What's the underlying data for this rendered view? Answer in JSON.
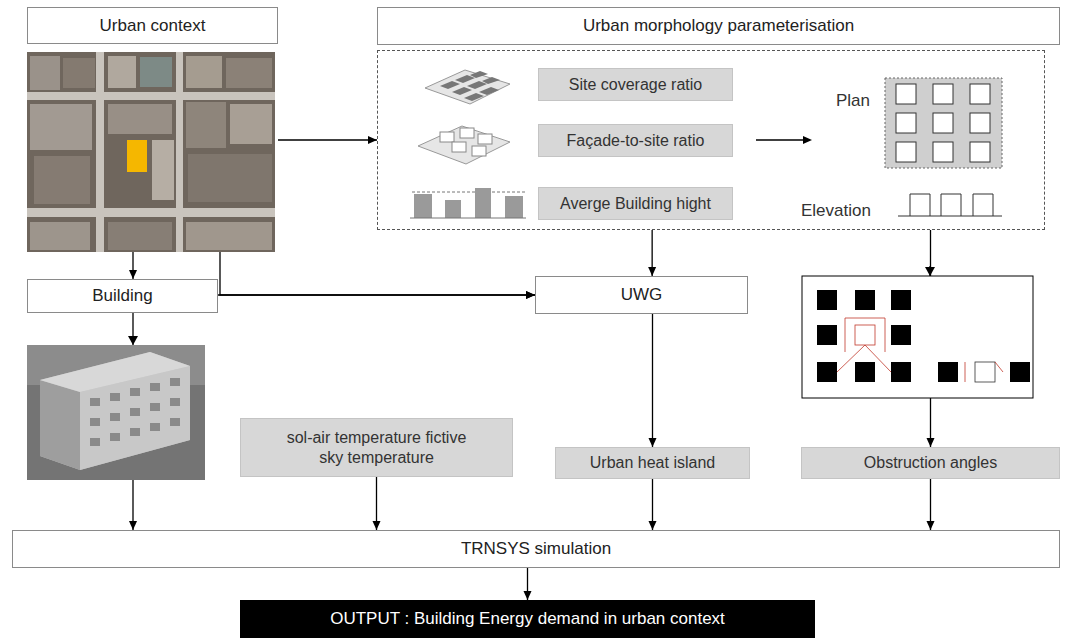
{
  "diagram": {
    "nodes": [
      {
        "text": [
          "Urban context"
        ]
      },
      {
        "text": [
          "Urban morphology parameterisation"
        ]
      },
      {
        "text": [
          "Plan",
          "Elevation"
        ]
      },
      {
        "text": [
          "Site coverage ratio"
        ],
        "in": 2
      },
      {
        "text": [
          "Façade-to-site ratio"
        ],
        "in": 2
      },
      {
        "text": [
          "Averge Building hight"
        ],
        "in": 2
      },
      {
        "text": [
          "Building"
        ]
      },
      {
        "text": [
          "UWG"
        ]
      },
      {
        "text": [
          "sol-air temperature fictive sky temperature"
        ]
      },
      {
        "text": [
          "Urban heat island"
        ]
      },
      {
        "text": [
          "Obstruction angles"
        ]
      },
      {
        "text": [
          "TRNSYS simulation"
        ]
      },
      {
        "text": [
          "OUTPUT : Building Energy demand in urban context"
        ]
      }
    ],
    "edges": [
      {
        "from": 0,
        "to": 2,
        "arrow": "to"
      },
      {
        "from": 0,
        "to": 6,
        "arrow": "to"
      },
      {
        "from": 6,
        "to": 7,
        "arrow": "to"
      },
      {
        "from": 0,
        "to": 7,
        "arrow": "to"
      },
      {
        "from": 2,
        "to": 7,
        "arrow": "to"
      },
      {
        "from": 2,
        "to": 10,
        "arrow": "to"
      },
      {
        "from": 7,
        "to": 9,
        "arrow": "to"
      },
      {
        "from": 6,
        "to": 11,
        "arrow": "to"
      },
      {
        "from": 8,
        "to": 11,
        "arrow": "to"
      },
      {
        "from": 9,
        "to": 11,
        "arrow": "to"
      },
      {
        "from": 10,
        "to": 11,
        "arrow": "to"
      },
      {
        "from": 11,
        "to": 12,
        "arrow": "to"
      }
    ]
  }
}
